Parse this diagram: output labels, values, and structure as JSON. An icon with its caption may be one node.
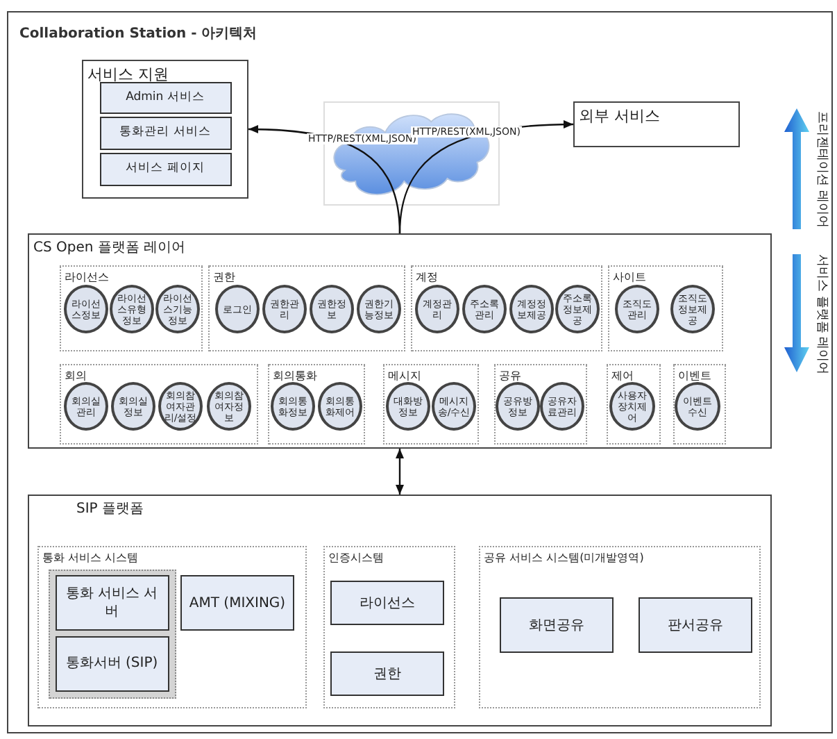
{
  "diagram": {
    "title": "Collaboration Station - 아키텍처",
    "nodes": [
      {
        "text": [
          "서비스 지원"
        ]
      },
      {
        "text": [
          "Admin 서비스"
        ],
        "in": 0
      },
      {
        "text": [
          "통화관리 서비스"
        ],
        "in": 0
      },
      {
        "text": [
          "서비스 페이지"
        ],
        "in": 0
      },
      {
        "text": [
          "외부 서비스"
        ]
      },
      {
        "text": [
          "CS Open 플랫폼 레이어"
        ]
      },
      {
        "text": [
          "라이선스"
        ],
        "in": 5
      },
      {
        "text": [
          "라이선스정보"
        ],
        "in": 6
      },
      {
        "text": [
          "라이선스유형정보"
        ],
        "in": 6
      },
      {
        "text": [
          "라이선스기능정보"
        ],
        "in": 6
      },
      {
        "text": [
          "권한"
        ],
        "in": 5
      },
      {
        "text": [
          "로그인"
        ],
        "in": 10
      },
      {
        "text": [
          "권한관리"
        ],
        "in": 10
      },
      {
        "text": [
          "권한정보"
        ],
        "in": 10
      },
      {
        "text": [
          "권한기능정보"
        ],
        "in": 10
      },
      {
        "text": [
          "계정"
        ],
        "in": 5
      },
      {
        "text": [
          "계정관리"
        ],
        "in": 15
      },
      {
        "text": [
          "주소록관리"
        ],
        "in": 15
      },
      {
        "text": [
          "계정정보제공"
        ],
        "in": 15
      },
      {
        "text": [
          "주소록정보제공"
        ],
        "in": 15
      },
      {
        "text": [
          "사이트"
        ],
        "in": 5
      },
      {
        "text": [
          "조직도관리"
        ],
        "in": 20
      },
      {
        "text": [
          "조직도정보제공"
        ],
        "in": 20
      },
      {
        "text": [
          "회의"
        ],
        "in": 5
      },
      {
        "text": [
          "회의실관리"
        ],
        "in": 23
      },
      {
        "text": [
          "회의실정보"
        ],
        "in": 23
      },
      {
        "text": [
          "회의참여자관리/설정"
        ],
        "in": 23
      },
      {
        "text": [
          "회의참여자정보"
        ],
        "in": 23
      },
      {
        "text": [
          "회의통화"
        ],
        "in": 5
      },
      {
        "text": [
          "회의통화정보"
        ],
        "in": 28
      },
      {
        "text": [
          "회의통화제어"
        ],
        "in": 28
      },
      {
        "text": [
          "메시지"
        ],
        "in": 5
      },
      {
        "text": [
          "대화방정보"
        ],
        "in": 31
      },
      {
        "text": [
          "메시지송/수신"
        ],
        "in": 31
      },
      {
        "text": [
          "공유"
        ],
        "in": 5
      },
      {
        "text": [
          "공유방정보"
        ],
        "in": 34
      },
      {
        "text": [
          "공유자료관리"
        ],
        "in": 34
      },
      {
        "text": [
          "제어"
        ],
        "in": 5
      },
      {
        "text": [
          "사용자장치제어"
        ],
        "in": 37
      },
      {
        "text": [
          "이벤트"
        ],
        "in": 5
      },
      {
        "text": [
          "이벤트수신"
        ],
        "in": 39
      },
      {
        "text": [
          "SIP 플랫폼"
        ]
      },
      {
        "text": [
          "통화 서비스 시스템"
        ],
        "in": 41
      },
      {
        "text": [],
        "shape": "box",
        "in": 42
      },
      {
        "text": [
          "통화 서비스 서버"
        ],
        "in": 43
      },
      {
        "text": [
          "통화서버 (SIP)"
        ],
        "in": 43
      },
      {
        "text": [
          "AMT (MIXING)"
        ],
        "in": 42
      },
      {
        "text": [
          "인증시스템"
        ],
        "in": 41
      },
      {
        "text": [
          "라이선스"
        ],
        "in": 47
      },
      {
        "text": [
          "권한"
        ],
        "in": 47
      },
      {
        "text": [
          "공유 서비스 시스템(미개발영역)"
        ],
        "in": 41
      },
      {
        "text": [
          "화면공유"
        ],
        "in": 50
      },
      {
        "text": [
          "판서공유"
        ],
        "in": 50
      }
    ],
    "edges": [
      {
        "from": 5,
        "to": 0,
        "arrow": "to",
        "label": "HTTP/REST(XML,JSON)"
      },
      {
        "from": 5,
        "to": 4,
        "arrow": "to",
        "label": "HTTP/REST(XML,JSON)"
      },
      {
        "from": 5,
        "to": 41,
        "arrow": "both"
      }
    ],
    "labels": [
      "프리젠테이션 레이어",
      "서비스 플랫폼 레이어"
    ]
  }
}
